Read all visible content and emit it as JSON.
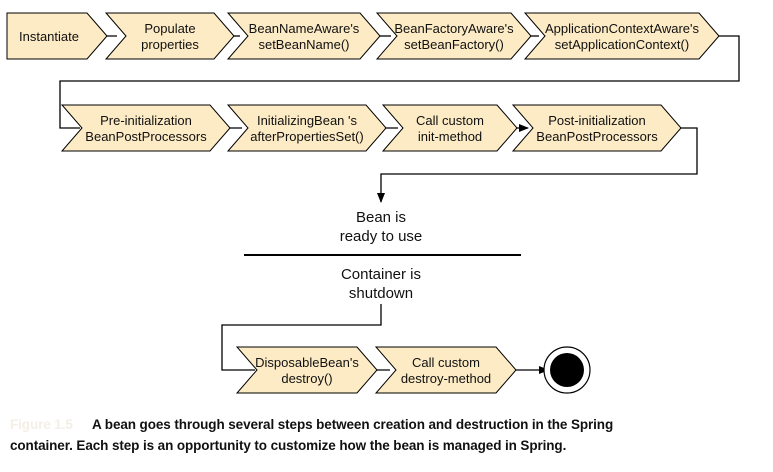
{
  "diagram": {
    "colors": {
      "step_fill": "#fcebc5",
      "stroke": "#000000"
    },
    "row1": [
      {
        "id": "instantiate",
        "lines": [
          "Instantiate"
        ]
      },
      {
        "id": "populate-properties",
        "lines": [
          "Populate",
          "properties"
        ]
      },
      {
        "id": "bean-name-aware",
        "lines": [
          "BeanNameAware's",
          "setBeanName()"
        ]
      },
      {
        "id": "bean-factory-aware",
        "lines": [
          "BeanFactoryAware's",
          "setBeanFactory()"
        ]
      },
      {
        "id": "application-context-aware",
        "lines": [
          "ApplicationContextAware's",
          "setApplicationContext()"
        ]
      }
    ],
    "row2": [
      {
        "id": "pre-initialization",
        "lines": [
          "Pre-initialization",
          "BeanPostProcessors"
        ]
      },
      {
        "id": "initializing-bean",
        "lines": [
          "InitializingBean  's",
          "afterPropertiesSet()"
        ]
      },
      {
        "id": "call-custom-init",
        "lines": [
          "Call custom",
          "init-method"
        ]
      },
      {
        "id": "post-initialization",
        "lines": [
          "Post-initialization",
          "BeanPostProcessors"
        ]
      }
    ],
    "ready_state": [
      "Bean is",
      "ready to use"
    ],
    "shutdown_state": [
      "Container is",
      "shutdown"
    ],
    "row3": [
      {
        "id": "disposable-bean",
        "lines": [
          "DisposableBean's",
          "destroy()"
        ]
      },
      {
        "id": "call-custom-destroy",
        "lines": [
          "Call custom",
          "destroy-method"
        ]
      }
    ],
    "end_node": "final-state"
  },
  "caption": {
    "label": "Figure 1.5",
    "text_line1": "A bean goes through several steps between creation and destruction in the Spring",
    "text_line2": "container. Each step is an opportunity to customize how the bean is managed in Spring."
  }
}
